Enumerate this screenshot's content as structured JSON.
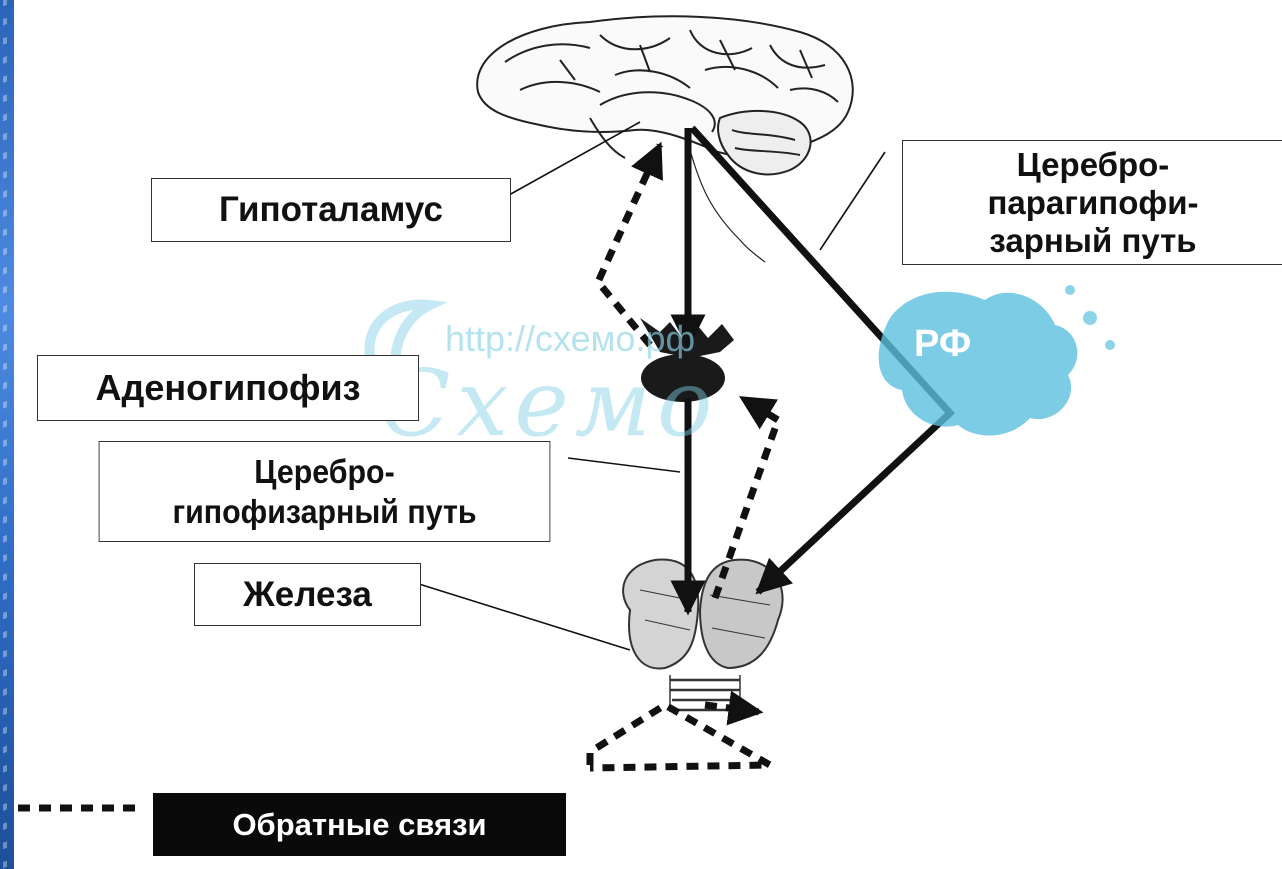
{
  "labels": {
    "hypothalamus": "Гипоталамус",
    "cerebro_paragypophyseal": "Церебро-\nпарагипофи-\nзарный путь",
    "adenohypophysis": "Аденогипофиз",
    "cerebro_hypophyseal": "Церебро-\nгипофизарный путь",
    "gland": "Железа",
    "feedback": "Обратные связи"
  },
  "watermark": {
    "url": "http://схемо.рф",
    "script": "Схемо",
    "badge": "РФ"
  },
  "colors": {
    "line": "#111111",
    "watermark": "#7dcfe6",
    "feedback_box": "#0a0a0a",
    "side_strip": "#2f6cc4"
  }
}
